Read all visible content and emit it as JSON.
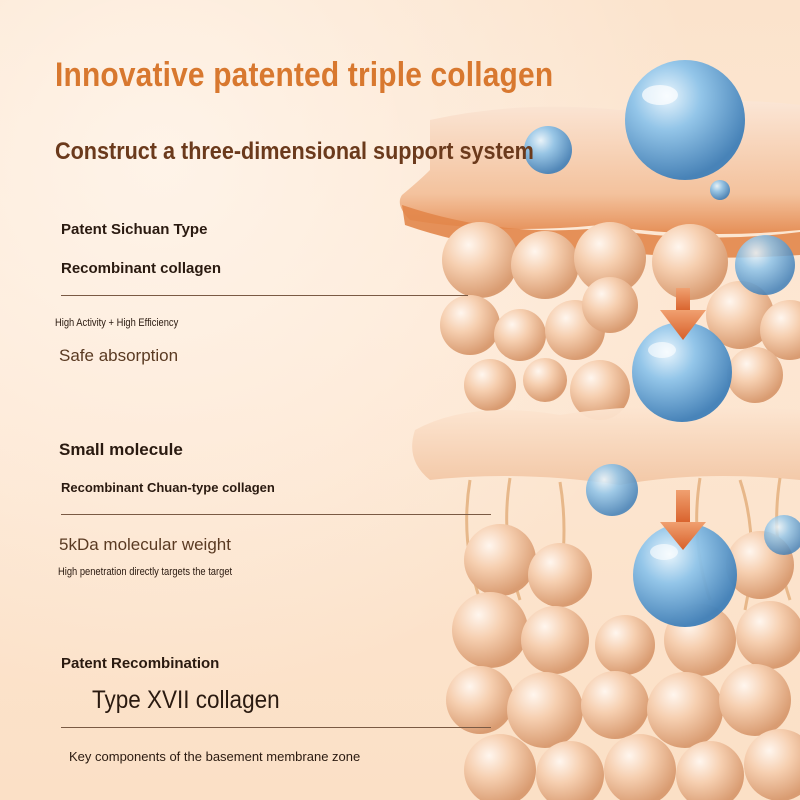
{
  "title": "Innovative patented triple collagen",
  "subtitle": "Construct a three-dimensional support system",
  "sections": [
    {
      "line1": "Patent Sichuan Type",
      "line2": "Recombinant collagen",
      "line3": "High Activity + High Efficiency",
      "line4": "Safe absorption"
    },
    {
      "line1": "Small molecule",
      "line2": "Recombinant Chuan-type collagen",
      "line3": "5kDa molecular weight",
      "line4": "High penetration directly targets the target"
    },
    {
      "line1": "Patent Recombination",
      "line2": "Type XVII collagen",
      "line3": "Key components of the basement membrane zone"
    }
  ],
  "colors": {
    "title": "#d8782f",
    "subtitle": "#6b3a1c",
    "body_text": "#2a1a10",
    "arrow": "#e06a2c",
    "sphere_blue": "#6aa8d8",
    "skin_layer": "#e8935a"
  },
  "icons": [
    "collagen-sphere-icon",
    "down-arrow-icon"
  ]
}
